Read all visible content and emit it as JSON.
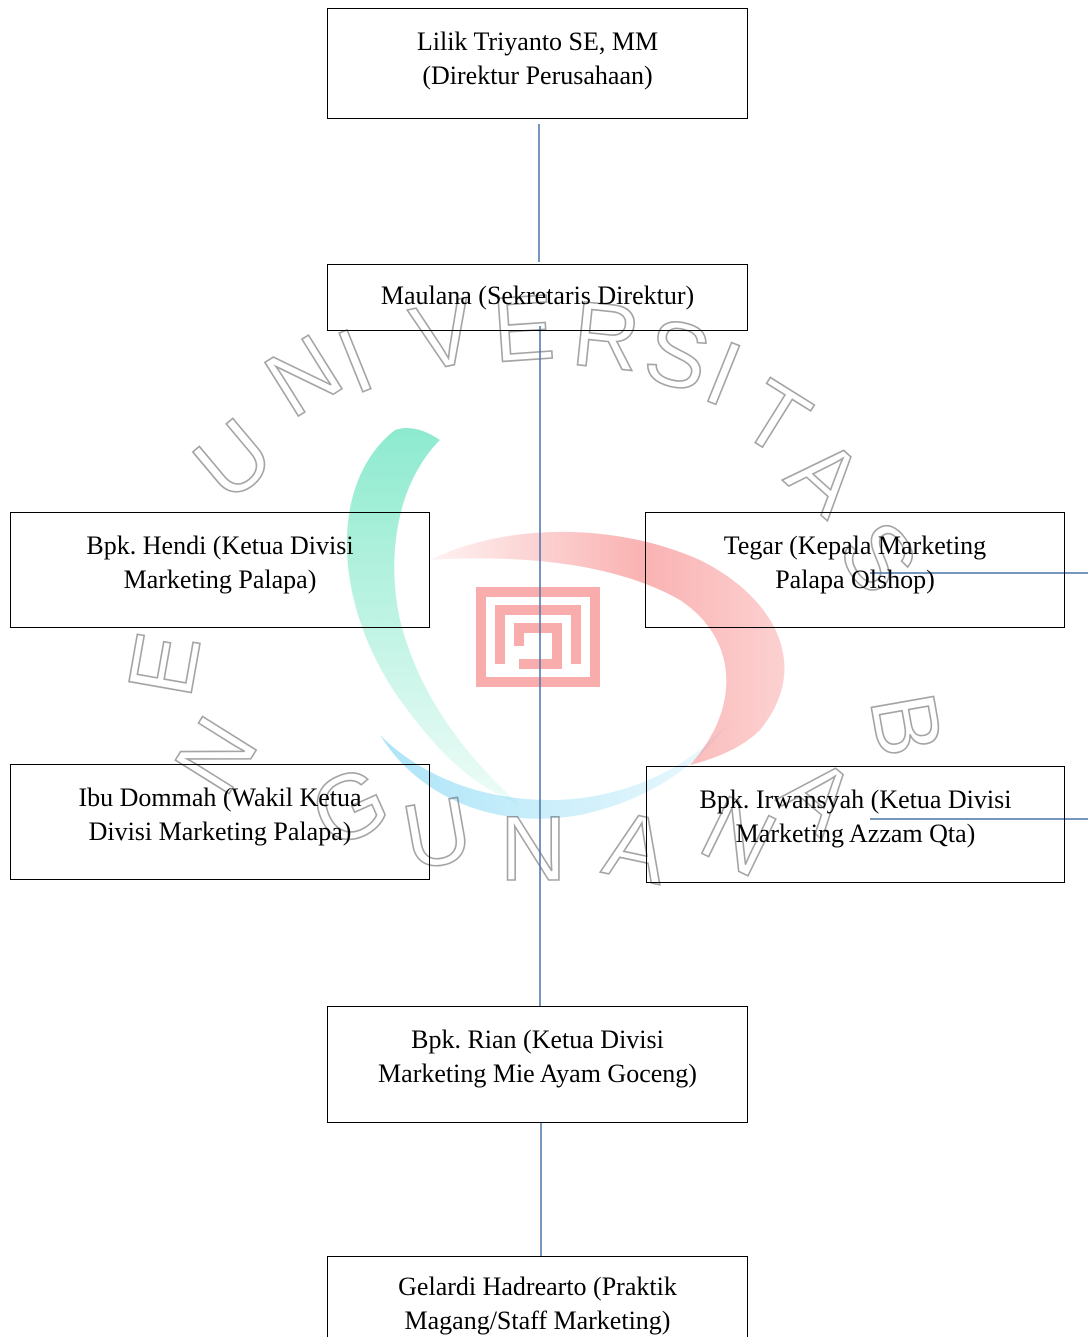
{
  "watermark": {
    "letters": [
      "U",
      "N",
      "I",
      "V",
      "E",
      "R",
      "S",
      "I",
      "T",
      "A",
      "S",
      "B",
      "E",
      "N",
      "G",
      "U",
      "N",
      "A",
      "N"
    ],
    "colors": {
      "teal": "#3fe0b0",
      "salmon": "#f56565",
      "sky": "#4fc8f0",
      "red": "#f04848"
    }
  },
  "boxes": {
    "director": {
      "line1": "Lilik Triyanto SE, MM",
      "line2": "(Direktur Perusahaan)"
    },
    "secretary": {
      "line1": "Maulana (Sekretaris Direktur)"
    },
    "hendi": {
      "line1": "Bpk. Hendi (Ketua Divisi",
      "line2": "Marketing Palapa)"
    },
    "tegar": {
      "line1": "Tegar (Kepala Marketing",
      "line2": "Palapa Olshop)"
    },
    "dommah": {
      "line1": "Ibu Dommah (Wakil Ketua",
      "line2": "Divisi Marketing Palapa)"
    },
    "irwansyah": {
      "line1": "Bpk. Irwansyah (Ketua Divisi",
      "line2": "Marketing Azzam Qta)"
    },
    "rian": {
      "line1": "Bpk. Rian (Ketua Divisi",
      "line2": "Marketing Mie Ayam Goceng)"
    },
    "gelardi": {
      "line1": "Gelardi Hadrearto (Praktik",
      "line2": "Magang/Staff Marketing)"
    }
  },
  "connector_color": "#4a74a8"
}
